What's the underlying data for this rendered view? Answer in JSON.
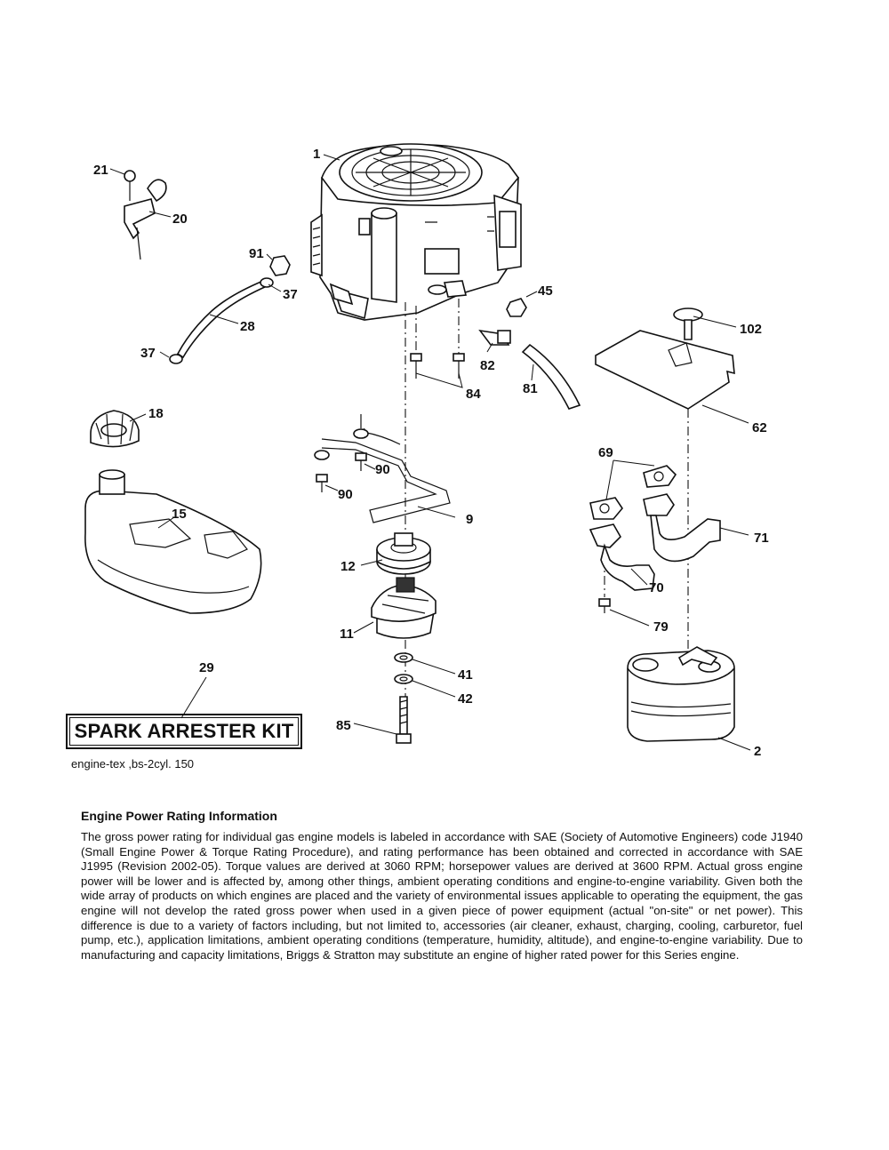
{
  "diagram": {
    "callouts": [
      {
        "id": "c1",
        "label": "1"
      },
      {
        "id": "c21",
        "label": "21"
      },
      {
        "id": "c20",
        "label": "20"
      },
      {
        "id": "c91",
        "label": "91"
      },
      {
        "id": "c37a",
        "label": "37"
      },
      {
        "id": "c28",
        "label": "28"
      },
      {
        "id": "c37b",
        "label": "37"
      },
      {
        "id": "c45",
        "label": "45"
      },
      {
        "id": "c102",
        "label": "102"
      },
      {
        "id": "c82",
        "label": "82"
      },
      {
        "id": "c81",
        "label": "81"
      },
      {
        "id": "c84",
        "label": "84"
      },
      {
        "id": "c62",
        "label": "62"
      },
      {
        "id": "c18",
        "label": "18"
      },
      {
        "id": "c90a",
        "label": "90"
      },
      {
        "id": "c90b",
        "label": "90"
      },
      {
        "id": "c69",
        "label": "69"
      },
      {
        "id": "c15",
        "label": "15"
      },
      {
        "id": "c9",
        "label": "9"
      },
      {
        "id": "c71",
        "label": "71"
      },
      {
        "id": "c12",
        "label": "12"
      },
      {
        "id": "c70",
        "label": "70"
      },
      {
        "id": "c11",
        "label": "11"
      },
      {
        "id": "c79",
        "label": "79"
      },
      {
        "id": "c29",
        "label": "29"
      },
      {
        "id": "c41",
        "label": "41"
      },
      {
        "id": "c42",
        "label": "42"
      },
      {
        "id": "c85",
        "label": "85"
      },
      {
        "id": "c2",
        "label": "2"
      }
    ]
  },
  "kit_label": "SPARK ARRESTER KIT",
  "reference_code": "engine-tex ,bs-2cyl. 150",
  "info": {
    "heading": "Engine Power Rating Information",
    "body": "The gross power rating for individual gas engine models is labeled in accordance with SAE (Society of Automotive Engineers) code J1940 (Small Engine Power & Torque Rating Procedure), and rating performance has been obtained and corrected in accordance with SAE J1995 (Revision 2002-05). Torque values are derived at 3060 RPM; horsepower values are derived at 3600 RPM. Actual gross engine power will be lower and is affected by, among other things, ambient operating conditions and engine-to-engine variability. Given both the wide array of products on which engines are placed and the variety of environmental issues applicable to operating the equipment, the gas engine will not develop the rated gross power when used in a given piece of power equipment (actual \"on-site\" or net power). This difference is due to a variety of factors including, but not limited to, accessories (air cleaner, exhaust, charging, cooling, carburetor, fuel pump, etc.), application limitations, ambient operating conditions (temperature, humidity, altitude), and engine-to-engine variability. Due to manufacturing and capacity limitations, Briggs & Stratton may substitute an engine of higher rated power for this Series engine."
  }
}
